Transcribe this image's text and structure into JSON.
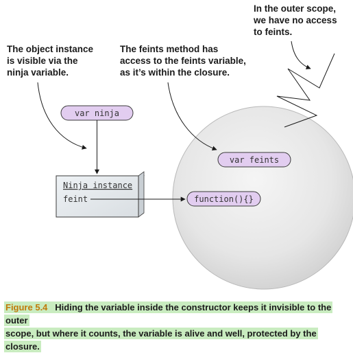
{
  "annotations": {
    "outer_scope": [
      "In the outer scope,",
      "we have no access",
      "to feints."
    ],
    "object_instance": [
      "The object instance",
      "is visible via the",
      "ninja variable."
    ],
    "feints_method": [
      "The feints method has",
      "access to the feints variable,",
      "as it’s within the closure."
    ]
  },
  "labels": {
    "var_ninja": "var ninja",
    "ninja_instance": "Ninja instance",
    "feint": "feint",
    "function_literal": "function(){}",
    "var_feints": "var feints"
  },
  "caption": {
    "figure_label": "Figure 5.4",
    "line1_text": "Hiding the variable inside the constructor keeps it invisible to the outer",
    "line2_text": "scope, but where it counts, the variable is alive and well, protected by the closure."
  },
  "colors": {
    "pill_fill": "#e2cdf0",
    "caption_highlight": "#c9ecc0",
    "figure_label": "#c07a0a"
  }
}
